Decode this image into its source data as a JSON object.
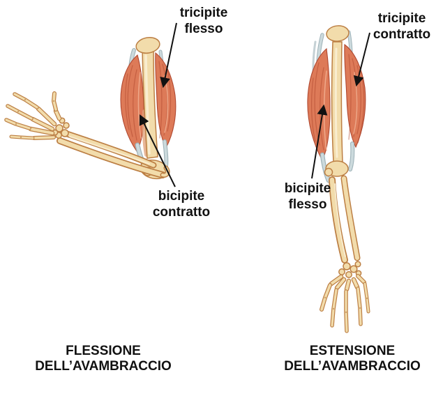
{
  "colors": {
    "background": "#ffffff",
    "ink": "#111111",
    "bone_fill": "#f2dcab",
    "bone_outline": "#bc7f44",
    "bone_highlight": "#faf0d6",
    "muscle_main": "#dd7a58",
    "muscle_dark": "#b04830",
    "muscle_light": "#f2b193",
    "flesh": "#e2a47c",
    "tendon": "#ccdadd",
    "tendon_outline": "#9fb3b9"
  },
  "panels": {
    "flexion": {
      "caption": "FLESSIONE\nDELL’AVAMBRACCIO",
      "labels": {
        "triceps": "tricipite\nflesso",
        "biceps": "bicipite\ncontratto"
      }
    },
    "extension": {
      "caption": "ESTENSIONE\nDELL’AVAMBRACCIO",
      "labels": {
        "triceps": "tricipite\ncontratto",
        "biceps": "bicipite\nflesso"
      }
    }
  }
}
